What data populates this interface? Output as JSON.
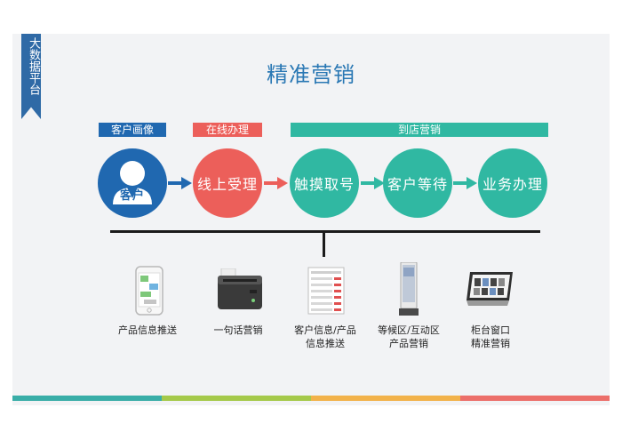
{
  "platform_label": "大数据平台",
  "title": "精准营销",
  "tags": [
    "客户画像",
    "在线办理",
    "到店营销"
  ],
  "steps": [
    {
      "label": "客户",
      "color": "#2068b0"
    },
    {
      "label": "线上受理",
      "color": "#ec5f5a"
    },
    {
      "label": "触摸取号",
      "color": "#30b8a2"
    },
    {
      "label": "客户等待",
      "color": "#30b8a2"
    },
    {
      "label": "业务办理",
      "color": "#30b8a2"
    }
  ],
  "devices": [
    {
      "icon": "smartphone-icon",
      "label_lines": [
        "产品信息推送"
      ]
    },
    {
      "icon": "receipt-printer-icon",
      "label_lines": [
        "一句话营销"
      ]
    },
    {
      "icon": "document-list-icon",
      "label_lines": [
        "客户信息/产品",
        "信息推送"
      ]
    },
    {
      "icon": "kiosk-display-icon",
      "label_lines": [
        "等候区/互动区",
        "产品营销"
      ]
    },
    {
      "icon": "tablet-icon",
      "label_lines": [
        "柜台窗口",
        "精准营销"
      ]
    }
  ],
  "colors": {
    "blue": "#2068b0",
    "red": "#ec5f5a",
    "teal": "#30b8a2",
    "title": "#2a78b4",
    "footer": [
      "#3aaea8",
      "#a5c94a",
      "#f2b24a",
      "#ec6f6a"
    ]
  }
}
